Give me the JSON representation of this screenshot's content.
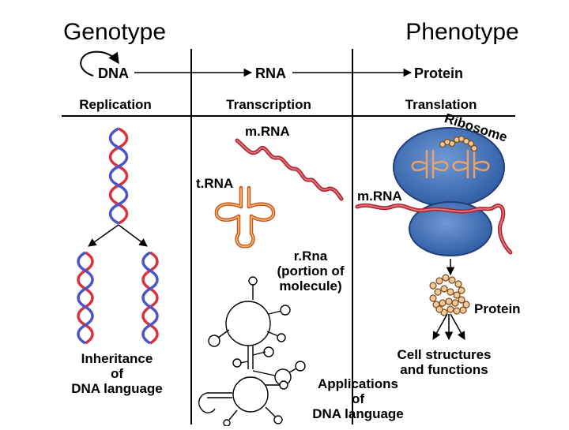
{
  "headings": {
    "left": "Genotype",
    "right": "Phenotype"
  },
  "flow": {
    "dna": "DNA",
    "rna": "RNA",
    "protein": "Protein",
    "replication": "Replication",
    "transcription": "Transcription",
    "translation": "Translation"
  },
  "replication_panel": {
    "caption_line1": "Inheritance",
    "caption_line2": "of",
    "caption_line3": "DNA language"
  },
  "transcription_panel": {
    "mrna": "m.RNA",
    "trna": "t.RNA",
    "rrna_line1": "r.Rna",
    "rrna_line2": "(portion of",
    "rrna_line3": "molecule)",
    "applications_line1": "Applications",
    "applications_line2": "of",
    "applications_line3": "DNA language"
  },
  "translation_panel": {
    "ribosome": "Ribosome",
    "mrna": "m.RNA",
    "protein": "Protein",
    "cell_line1": "Cell structures",
    "cell_line2": "and functions"
  },
  "colors": {
    "strand_red": "#d8323c",
    "strand_blue": "#4a55c8",
    "ribosome_blue": "#3f6fb8",
    "ribosome_edge": "#1f3f7a",
    "trna_orange": "#e08a3a",
    "mrna_red": "#c8303c",
    "protein_bead": "#f0c89a",
    "divider": "#000000"
  }
}
